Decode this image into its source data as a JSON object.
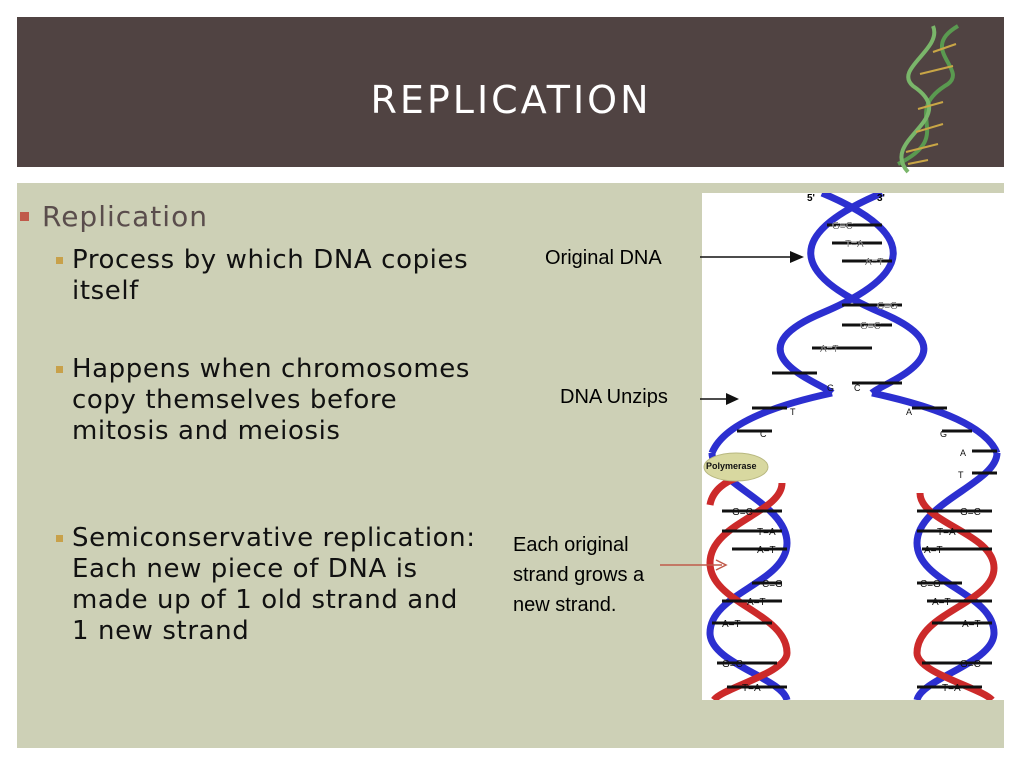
{
  "title": "REPLICATION",
  "heading": "Replication",
  "bullets": [
    {
      "text": "Process by which DNA copies itself"
    },
    {
      "text": "Happens when chromosomes copy themselves before mitosis and meiosis"
    },
    {
      "text": "Semiconservative replication: Each new piece of DNA is made up of 1 old strand and 1 new strand"
    }
  ],
  "diagram": {
    "top_labels": [
      "5'",
      "3'"
    ],
    "original_label": "Original DNA",
    "unzip_label": "DNA Unzips",
    "new_strand_label": "Each original strand grows a new strand.",
    "polymerase_label": "Polymerase",
    "top_pairs": [
      "G≡C",
      "T=A",
      "A=T",
      "C≡G",
      "G≡C",
      "A=T"
    ],
    "open_letters_left": [
      "G",
      "T",
      "C"
    ],
    "open_letters_right": [
      "C",
      "A",
      "G",
      "A",
      "T"
    ],
    "left_pairs": [
      "G≡C",
      "T=A",
      "A=T",
      "C≡G",
      "A=T",
      "A=T",
      "G≡C",
      "T=A"
    ],
    "right_pairs": [
      "G≡C",
      "T=A",
      "A=T",
      "C≡G",
      "A=T",
      "A=T",
      "G≡C",
      "T=A"
    ],
    "colors": {
      "old_strand": "#2c2fd0",
      "new_strand": "#cc2a2a"
    }
  }
}
